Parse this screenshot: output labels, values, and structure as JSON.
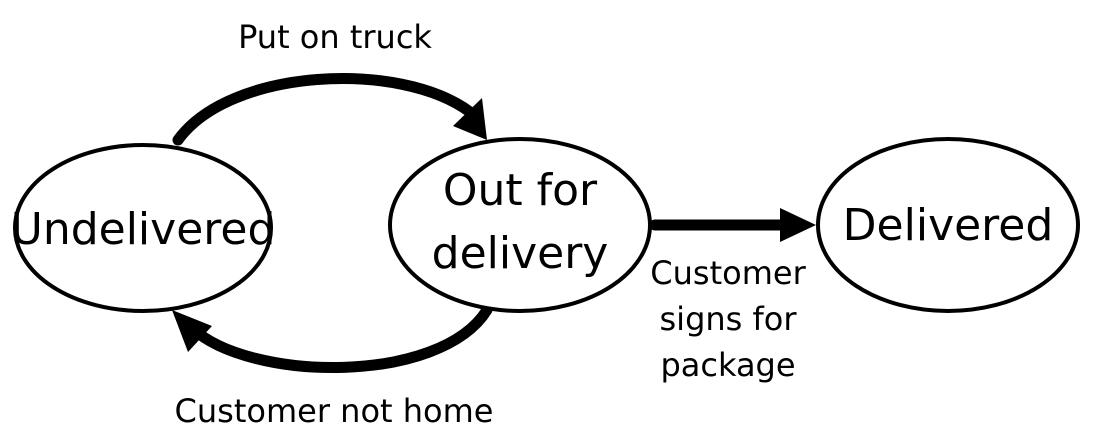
{
  "nodes": {
    "undelivered": {
      "label": "Undelivered"
    },
    "out_for_delivery": {
      "line1": "Out for",
      "line2": "delivery"
    },
    "delivered": {
      "label": "Delivered"
    }
  },
  "edges": {
    "put_on_truck": {
      "label": "Put on truck"
    },
    "customer_not_home": {
      "label": "Customer not home"
    },
    "customer_signs": {
      "line1": "Customer",
      "line2": "signs for",
      "line3": "package"
    }
  },
  "colors": {
    "ink": "#000000",
    "background": "#ffffff"
  }
}
